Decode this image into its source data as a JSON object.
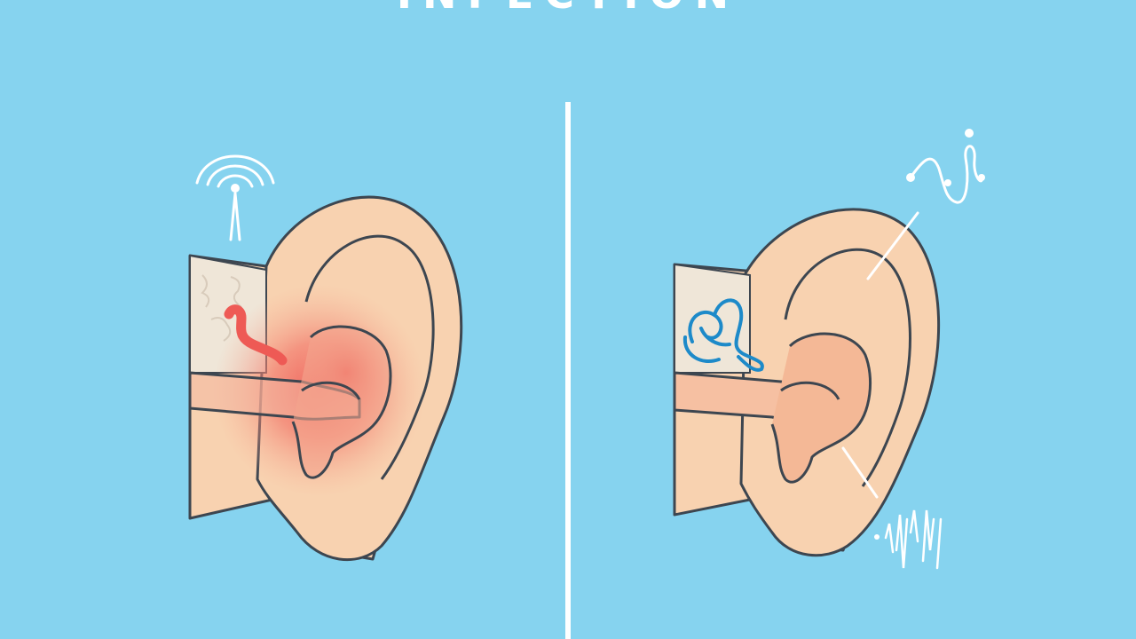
{
  "header": {
    "title": "INFECTION"
  },
  "colors": {
    "background": "#86d3ef",
    "skin": "#f8d2b0",
    "skin_shadow": "#f0b898",
    "outline": "#3d4650",
    "infection_red": "#f0605a",
    "inner_ear_blue": "#1d8ac9",
    "divider": "#ffffff"
  },
  "panels": [
    {
      "state": "infected",
      "icon": "signal-icon"
    },
    {
      "state": "healthy",
      "icon": "sound-wave-icon"
    }
  ]
}
